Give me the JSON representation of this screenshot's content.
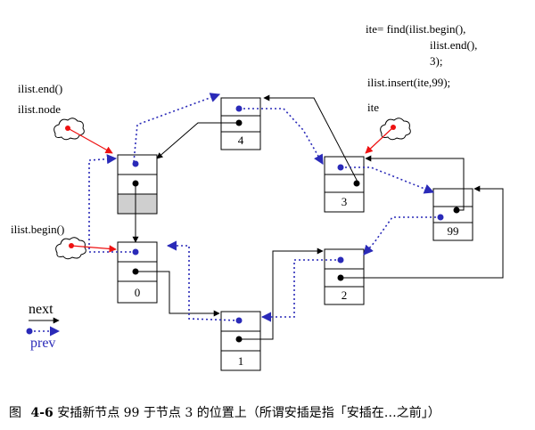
{
  "code": {
    "line1": "ite= find(ilist.begin(),",
    "line2": "ilist.end(),",
    "line3": "3);",
    "line4": "ilist.insert(ite,99);"
  },
  "labels": {
    "end": "ilist.end()",
    "node": "ilist.node",
    "begin": "ilist.begin()",
    "ite": "ite"
  },
  "nodes": {
    "sentinel": "",
    "n0": "0",
    "n1": "1",
    "n2": "2",
    "n3": "3",
    "n4": "4",
    "n99": "99"
  },
  "legend": {
    "next": "next",
    "prev": "prev"
  },
  "caption": {
    "prefix": "图",
    "figure_no": "4-6",
    "text": "安插新节点  99  于节点  3  的位置上（所谓安插是指「安插在…之前」）"
  },
  "colors": {
    "next": "#000000",
    "prev": "#2a2ab8",
    "pointer": "#ee1111",
    "sentinel_fill": "#cfcfcf"
  }
}
